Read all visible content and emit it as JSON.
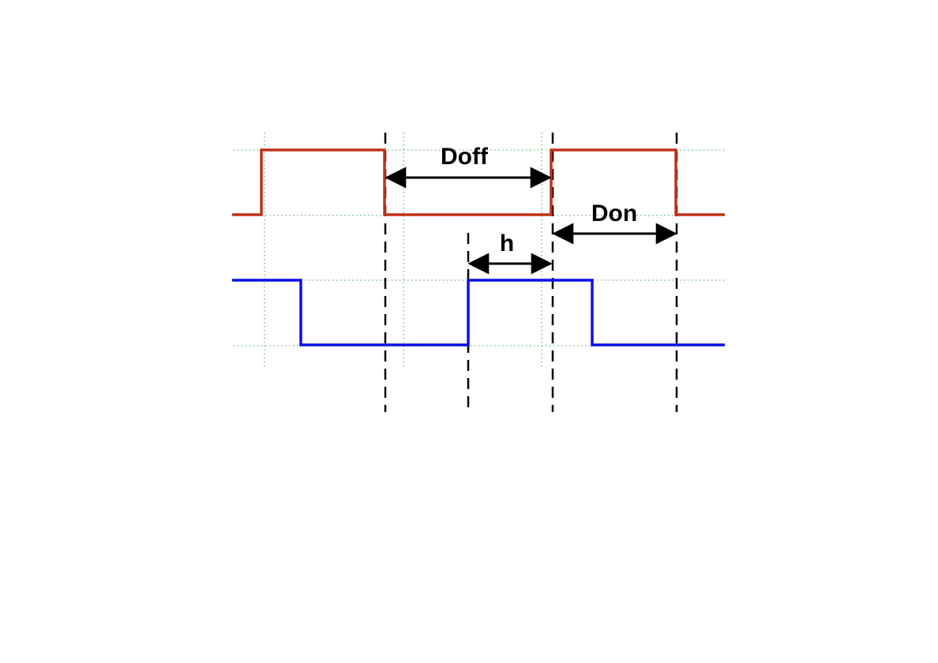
{
  "labels": {
    "doff": "Doff",
    "don": "Don",
    "h": "h"
  },
  "colors": {
    "top_signal": "#c0311a",
    "bottom_signal": "#0a10e8",
    "grid": "#3fa34d",
    "markers": "#000000"
  }
}
